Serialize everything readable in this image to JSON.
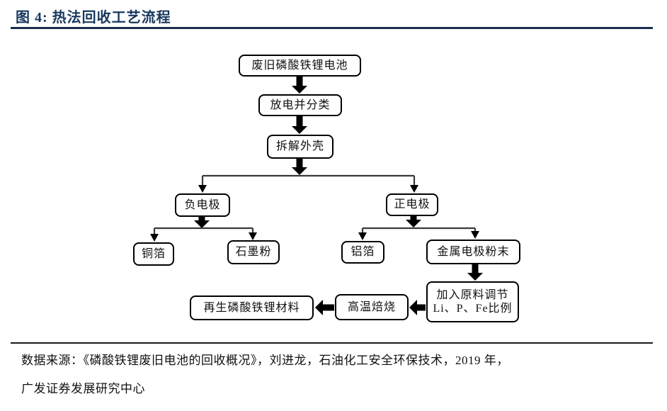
{
  "page": {
    "title": "图 4: 热法回收工艺流程",
    "source_line1": "数据来源：《磷酸铁锂废旧电池的回收概况》，刘进龙，石油化工安全环保技术，2019 年，",
    "source_line2": "广发证券发展研究中心"
  },
  "colors": {
    "title": "#17375E",
    "title_rule": "#1b2e4e",
    "box_border": "#000000",
    "arrow": "#000000",
    "connector": "#3a3a3a"
  },
  "flowchart": {
    "type": "flowchart",
    "nodes": [
      {
        "id": "waste-battery",
        "label": "废旧磷酸铁锂电池"
      },
      {
        "id": "discharge-classify",
        "label": "放电并分类"
      },
      {
        "id": "dismantle-shell",
        "label": "拆解外壳"
      },
      {
        "id": "negative-electrode",
        "label": "负电极"
      },
      {
        "id": "positive-electrode",
        "label": "正电极"
      },
      {
        "id": "copper-foil",
        "label": "铜箔"
      },
      {
        "id": "graphite-powder",
        "label": "石墨粉"
      },
      {
        "id": "aluminum-foil",
        "label": "铝箔"
      },
      {
        "id": "metal-electrode-powder",
        "label": "金属电极粉末"
      },
      {
        "id": "adjust-ratio",
        "label_line1": "加入原料调节",
        "label_line2": "Li、P、Fe比例"
      },
      {
        "id": "high-temp-roasting",
        "label": "高温焙烧"
      },
      {
        "id": "regenerated-lfp",
        "label": "再生磷酸铁锂材料"
      }
    ],
    "edges": [
      "废旧磷酸铁锂电池 -> 放电并分类",
      "放电并分类 -> 拆解外壳",
      "拆解外壳 -> 负电极",
      "拆解外壳 -> 正电极",
      "负电极 -> 铜箔",
      "负电极 -> 石墨粉",
      "正电极 -> 铝箔",
      "正电极 -> 金属电极粉末",
      "金属电极粉末 -> 加入原料调节Li、P、Fe比例",
      "加入原料调节Li、P、Fe比例 -> 高温焙烧",
      "高温焙烧 -> 再生磷酸铁锂材料"
    ]
  }
}
